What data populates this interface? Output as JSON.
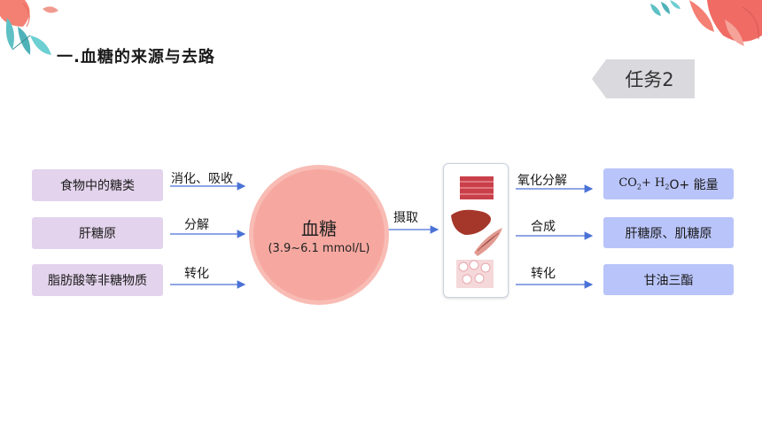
{
  "title": "一.血糖的来源与去路",
  "task_tag": "任务2",
  "sources": [
    {
      "box": "食物中的糖类",
      "arrow_label": "消化、吸收"
    },
    {
      "box": "肝糖原",
      "arrow_label": "分解"
    },
    {
      "box": "脂肪酸等非糖物质",
      "arrow_label": "转化"
    }
  ],
  "center": {
    "name": "血糖",
    "range": "(3.9~6.1 mmol/L)"
  },
  "uptake_label": "摄取",
  "tissue_icons": [
    "muscle-tissue-icon",
    "liver-icon",
    "muscle-fiber-icon",
    "adipose-tissue-icon"
  ],
  "destinations": [
    {
      "arrow_label": "氧化分解",
      "box_prefix": "CO",
      "box_sub1": "2",
      "box_mid": "+ H",
      "box_sub2": "2",
      "box_suffix": "O+ 能量"
    },
    {
      "arrow_label": "合成",
      "box": "肝糖原、肌糖原"
    },
    {
      "arrow_label": "转化",
      "box": "甘油三酯"
    }
  ],
  "colors": {
    "source_box": "#e3d3ec",
    "dest_box": "#b9c4fa",
    "center": "#f6a8a0",
    "arrow": "#4a72d6"
  }
}
